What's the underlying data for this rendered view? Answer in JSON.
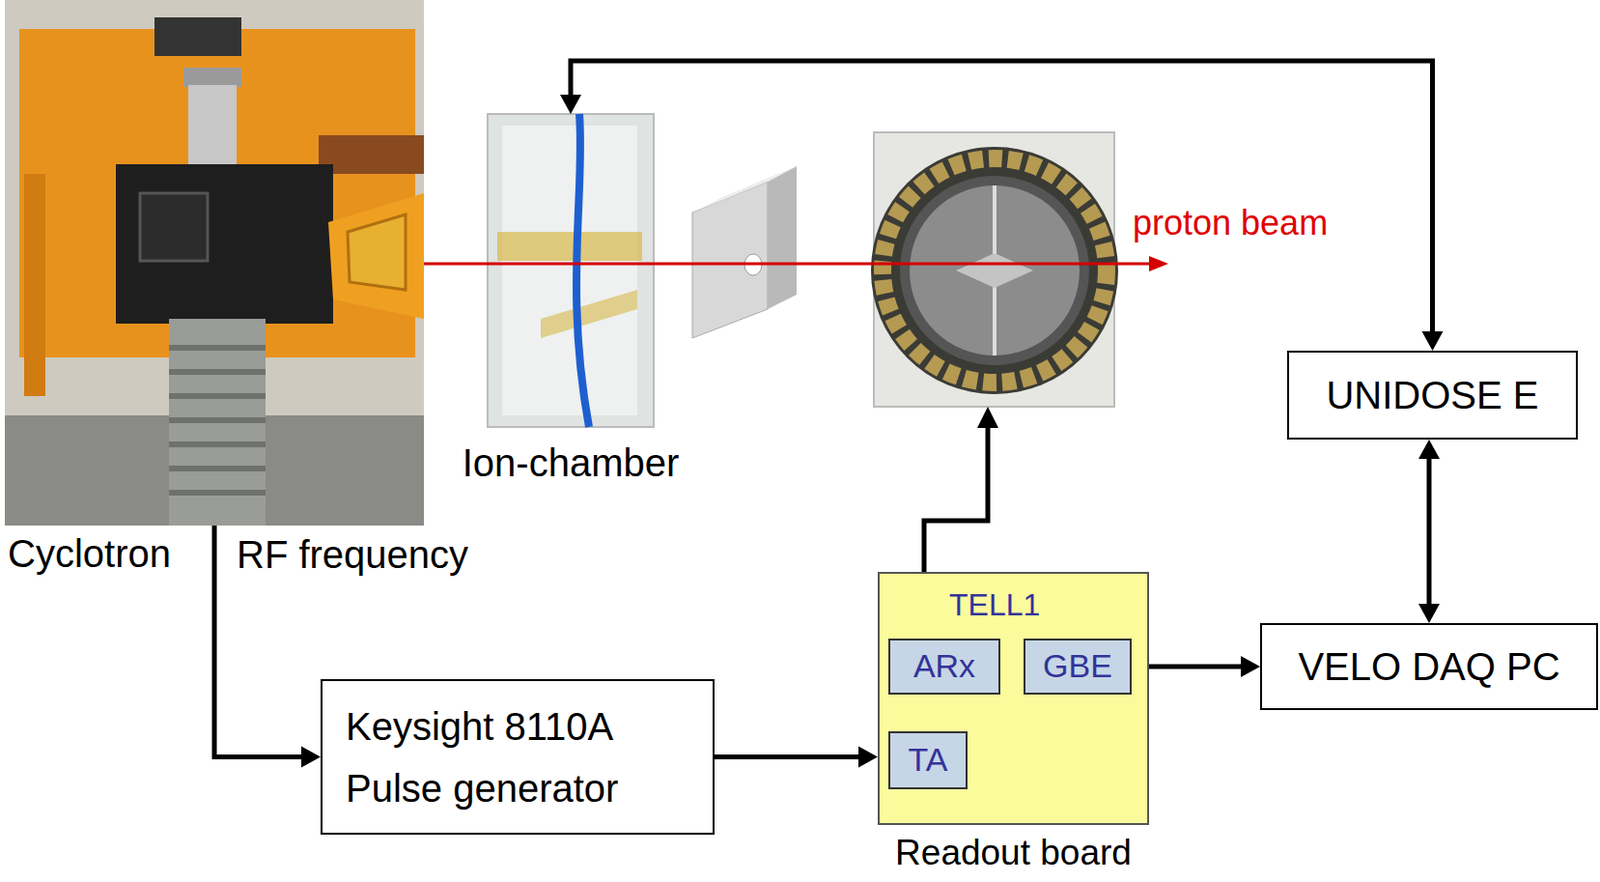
{
  "diagram": {
    "nodes": [
      {
        "text": [
          "Cyclotron"
        ]
      },
      {
        "text": [
          "Ion-chamber"
        ]
      },
      {
        "text": [
          "Keysight 8110A Pulse generator"
        ]
      },
      {
        "text": [
          "TELL1",
          "Readout board"
        ]
      },
      {
        "text": [
          "ARx"
        ],
        "in": 3
      },
      {
        "text": [
          "GBE"
        ],
        "in": 3
      },
      {
        "text": [
          "TA"
        ],
        "in": 3
      },
      {
        "text": [
          "UNIDOSE E"
        ]
      },
      {
        "text": [
          "VELO DAQ PC"
        ]
      }
    ],
    "edges": [
      {
        "from": 0,
        "to": 2,
        "arrow": "to",
        "label": "RF frequency"
      },
      {
        "from": 1,
        "to": 7,
        "arrow": "both"
      },
      {
        "from": 2,
        "to": 3,
        "arrow": "to"
      },
      {
        "from": 3,
        "to": 8,
        "arrow": "to"
      },
      {
        "from": 7,
        "to": 8,
        "arrow": "both"
      }
    ],
    "labels": [
      "proton beam"
    ]
  }
}
